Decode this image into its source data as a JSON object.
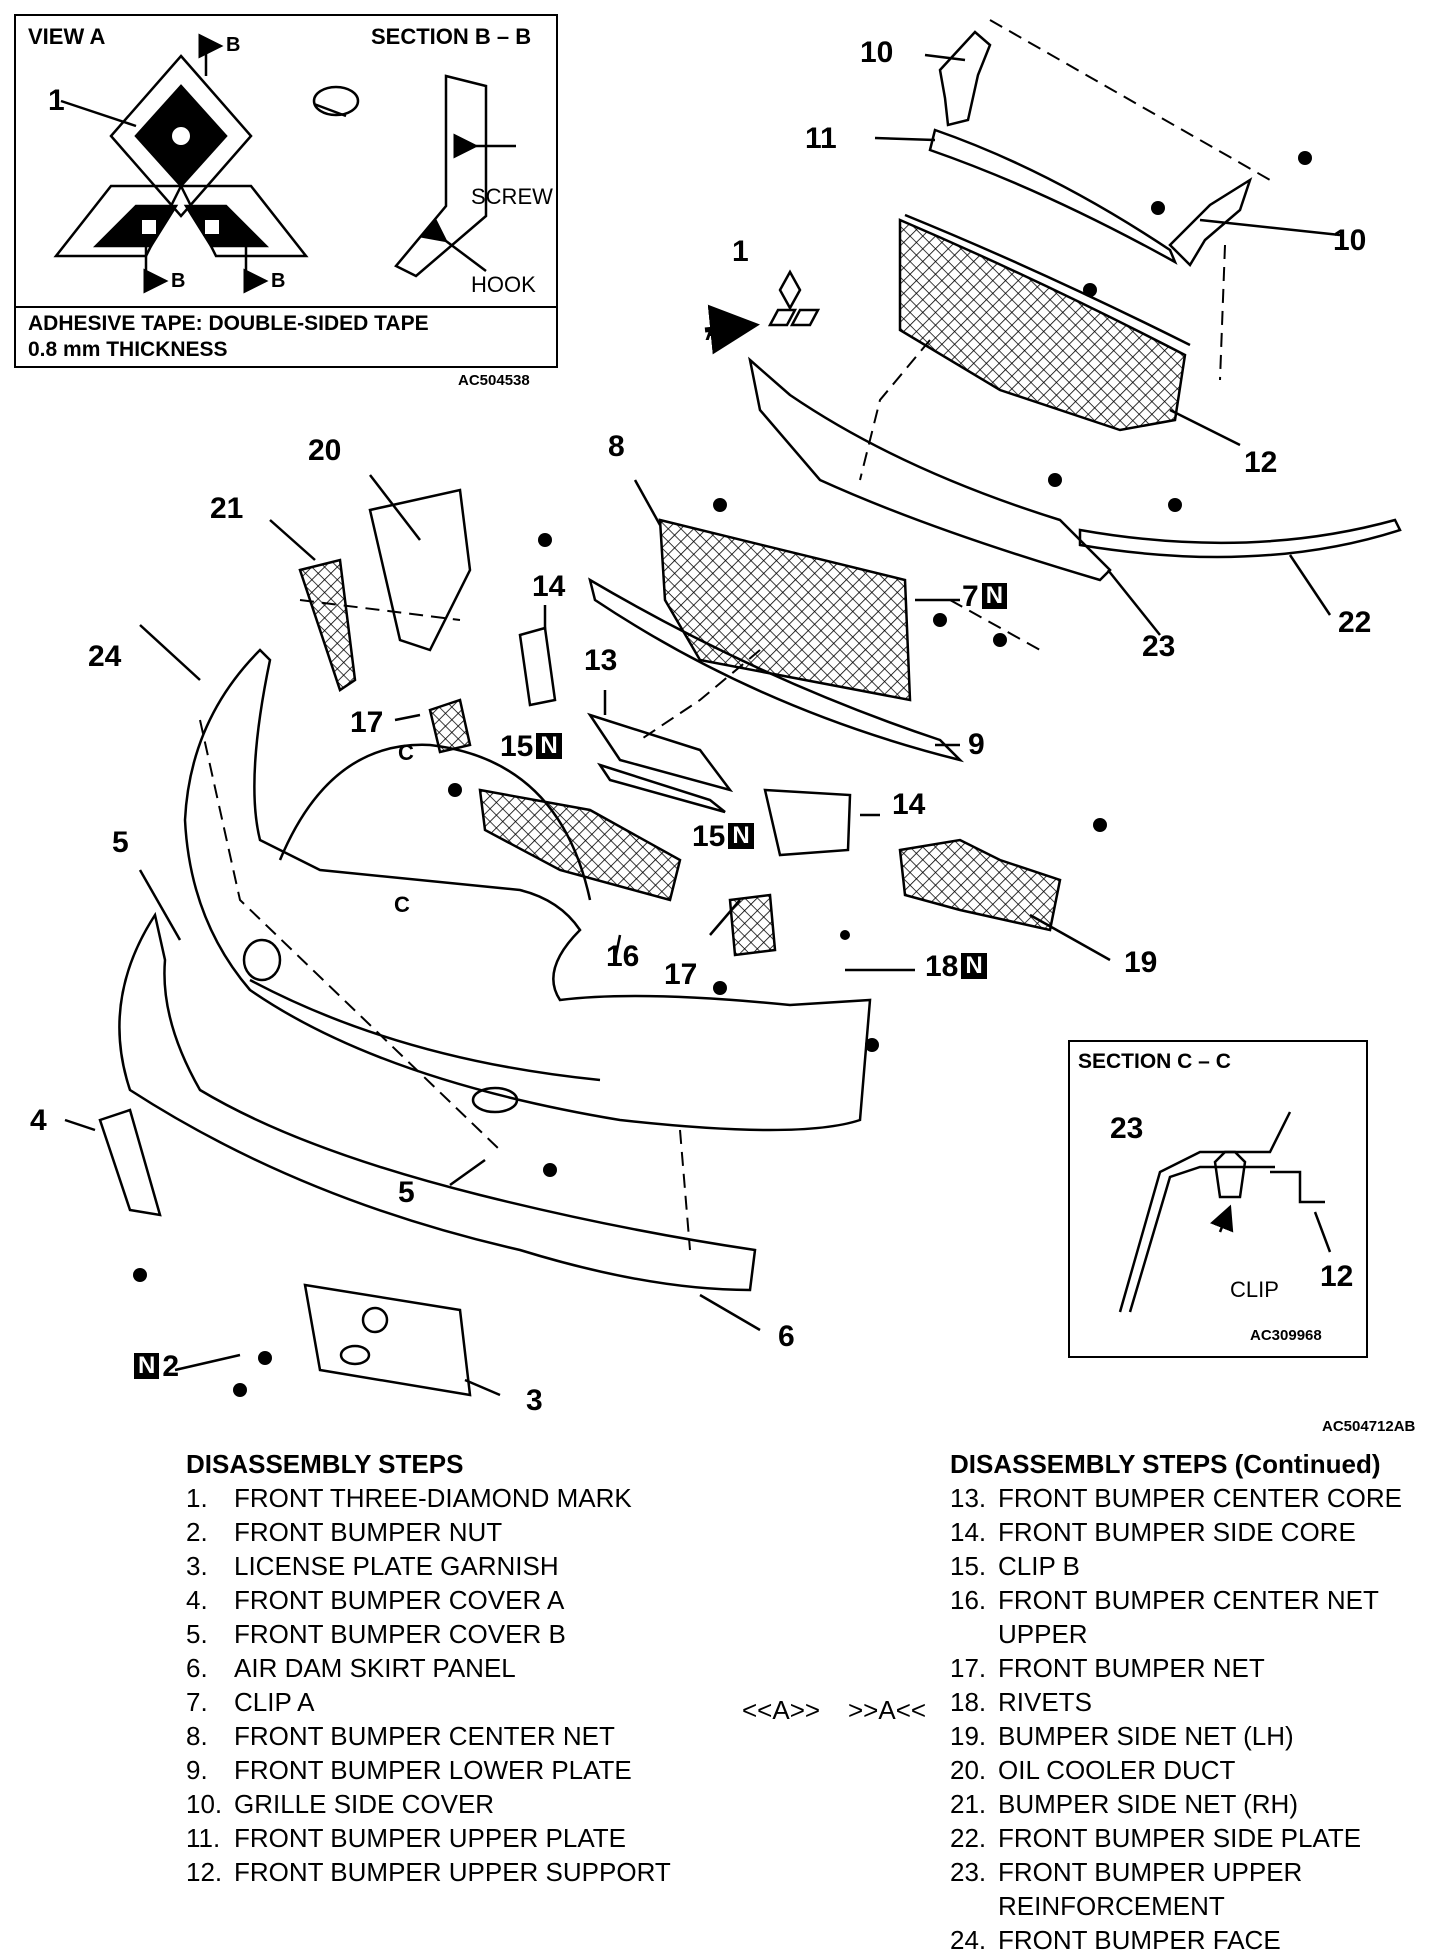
{
  "view_a": {
    "title": "VIEW A",
    "section_title": "SECTION B – B",
    "item_label": "1",
    "b_labels": [
      "B",
      "B",
      "B"
    ],
    "screw": "SCREW",
    "hook": "HOOK",
    "tape_note_line1": "ADHESIVE TAPE: DOUBLE-SIDED TAPE",
    "tape_note_line2": "0.8 mm THICKNESS",
    "code": "AC504538"
  },
  "section_c": {
    "title": "SECTION C – C",
    "label_23": "23",
    "label_12": "12",
    "clip": "CLIP",
    "code": "AC309968"
  },
  "diagram": {
    "code": "AC504712AB",
    "arrow_a": "A",
    "section_c_marker": "C",
    "new_part_mark": "N",
    "callouts": {
      "c1": "1",
      "c2": "2",
      "c3": "3",
      "c4": "4",
      "c5a": "5",
      "c5b": "5",
      "c6": "6",
      "c7": "7",
      "c8": "8",
      "c9": "9",
      "c10a": "10",
      "c10b": "10",
      "c11": "11",
      "c12": "12",
      "c13": "13",
      "c14a": "14",
      "c14b": "14",
      "c15a": "15",
      "c15b": "15",
      "c16": "16",
      "c17a": "17",
      "c17b": "17",
      "c18": "18",
      "c19": "19",
      "c20": "20",
      "c21": "21",
      "c22": "22",
      "c23": "23",
      "c24": "24"
    }
  },
  "steps": {
    "heading": "DISASSEMBLY STEPS",
    "heading_cont": "DISASSEMBLY STEPS (Continued)",
    "marker_left": "<<A>>",
    "marker_right": ">>A<<",
    "left": [
      {
        "num": "1.",
        "text": "FRONT THREE-DIAMOND MARK"
      },
      {
        "num": "2.",
        "text": "FRONT BUMPER NUT"
      },
      {
        "num": "3.",
        "text": "LICENSE PLATE GARNISH"
      },
      {
        "num": "4.",
        "text": "FRONT BUMPER COVER A"
      },
      {
        "num": "5.",
        "text": "FRONT BUMPER COVER B"
      },
      {
        "num": "6.",
        "text": "AIR DAM SKIRT PANEL"
      },
      {
        "num": "7.",
        "text": "CLIP A"
      },
      {
        "num": "8.",
        "text": "FRONT BUMPER CENTER NET"
      },
      {
        "num": "9.",
        "text": "FRONT BUMPER LOWER PLATE"
      },
      {
        "num": "10.",
        "text": "GRILLE SIDE COVER"
      },
      {
        "num": "11.",
        "text": "FRONT BUMPER UPPER PLATE"
      },
      {
        "num": "12.",
        "text": "FRONT BUMPER UPPER SUPPORT"
      }
    ],
    "right": [
      {
        "num": "13.",
        "text": "FRONT BUMPER CENTER CORE"
      },
      {
        "num": "14.",
        "text": "FRONT BUMPER SIDE CORE"
      },
      {
        "num": "15.",
        "text": "CLIP B"
      },
      {
        "num": "16.",
        "text": "FRONT BUMPER CENTER NET",
        "cont": "UPPER"
      },
      {
        "num": "17.",
        "text": "FRONT BUMPER NET"
      },
      {
        "num": "18.",
        "text": "RIVETS"
      },
      {
        "num": "19.",
        "text": "BUMPER SIDE NET (LH)"
      },
      {
        "num": "20.",
        "text": "OIL COOLER DUCT"
      },
      {
        "num": "21.",
        "text": "BUMPER SIDE NET (RH)"
      },
      {
        "num": "22.",
        "text": "FRONT BUMPER SIDE PLATE"
      },
      {
        "num": "23.",
        "text": "FRONT BUMPER UPPER",
        "cont": "REINFORCEMENT"
      },
      {
        "num": "24.",
        "text": "FRONT BUMPER FACE"
      }
    ]
  }
}
